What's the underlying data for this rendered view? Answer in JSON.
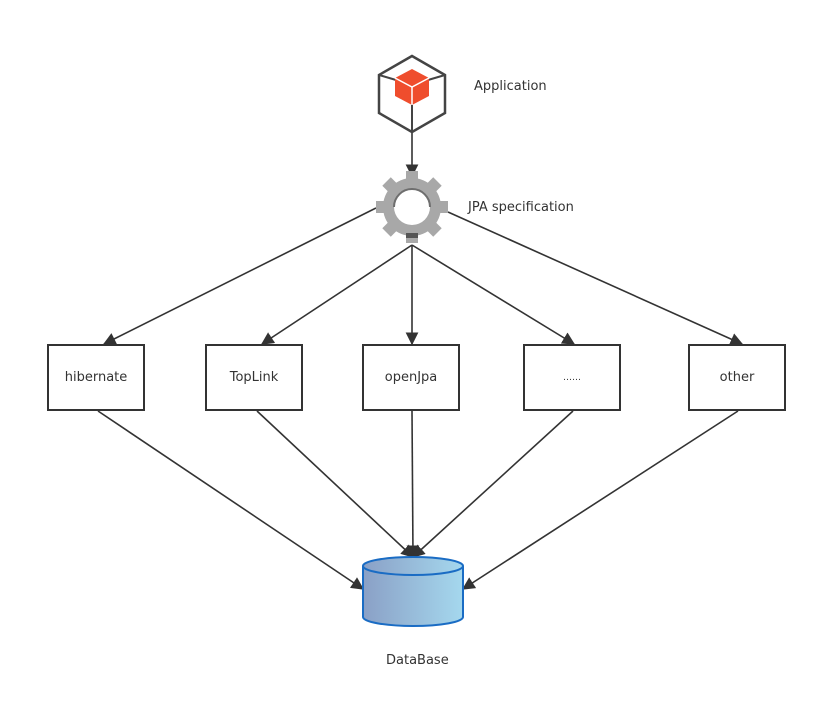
{
  "nodes": {
    "application": {
      "label": "Application",
      "icon": "cube-icon",
      "color": "#ef4d2d"
    },
    "jpa": {
      "label": "JPA specification",
      "icon": "gear-icon",
      "color": "#a8a8a8"
    },
    "implementations": [
      {
        "id": "hibernate",
        "label": "hibernate"
      },
      {
        "id": "toplink",
        "label": "TopLink"
      },
      {
        "id": "openjpa",
        "label": "openJpa"
      },
      {
        "id": "ellipsis",
        "label": "……"
      },
      {
        "id": "other",
        "label": "other"
      }
    ],
    "database": {
      "label": "DataBase",
      "icon": "database-icon",
      "gradient_start": "#8aa0c6",
      "gradient_end": "#a5d8ee",
      "stroke": "#1a6cc4"
    }
  },
  "edges": [
    {
      "from": "application",
      "to": "jpa"
    },
    {
      "from": "jpa",
      "to": "hibernate"
    },
    {
      "from": "jpa",
      "to": "toplink"
    },
    {
      "from": "jpa",
      "to": "openjpa"
    },
    {
      "from": "jpa",
      "to": "ellipsis"
    },
    {
      "from": "jpa",
      "to": "other"
    },
    {
      "from": "hibernate",
      "to": "database"
    },
    {
      "from": "toplink",
      "to": "database"
    },
    {
      "from": "openjpa",
      "to": "database"
    },
    {
      "from": "ellipsis",
      "to": "database"
    },
    {
      "from": "other",
      "to": "database"
    }
  ],
  "colors": {
    "line": "#333333",
    "box_border": "#333333"
  }
}
